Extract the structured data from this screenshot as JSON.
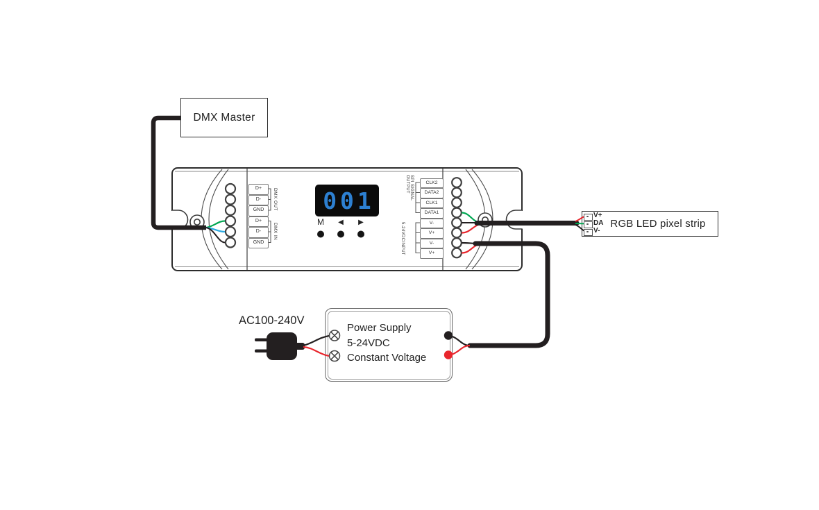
{
  "dmx_master": {
    "label": "DMX Master"
  },
  "controller": {
    "display_value": "001",
    "button_labels": {
      "m": "M",
      "left": "◀",
      "right": "▶"
    },
    "dmx_terminals": {
      "labels": [
        "D+",
        "D-",
        "GND",
        "D+",
        "D-",
        "GND"
      ],
      "groups": [
        "DMX OUT",
        "DMX IN"
      ]
    },
    "spi_terminals": {
      "labels": [
        "CLK2",
        "DATA2",
        "CLK1",
        "DATA1",
        "V-",
        "V+",
        "V-",
        "V+"
      ],
      "group_spi": "SPI SIGNAL OUTPUT",
      "group_input_line1": "5-24VDC",
      "group_input_line2": "INPUT"
    }
  },
  "power_supply": {
    "line1": "Power Supply",
    "line2": "5-24VDC",
    "line3": "Constant Voltage",
    "ac_label": "AC100-240V"
  },
  "led_strip": {
    "label": "RGB LED pixel strip",
    "pins": [
      "V+",
      "DA",
      "V-"
    ]
  },
  "colors": {
    "wire_black": "#231f20",
    "wire_green": "#00a651",
    "wire_blue": "#2ba9e0",
    "wire_red": "#e8252c",
    "display_bg": "#0b0b0b",
    "display_digits": "#2d80d2"
  }
}
